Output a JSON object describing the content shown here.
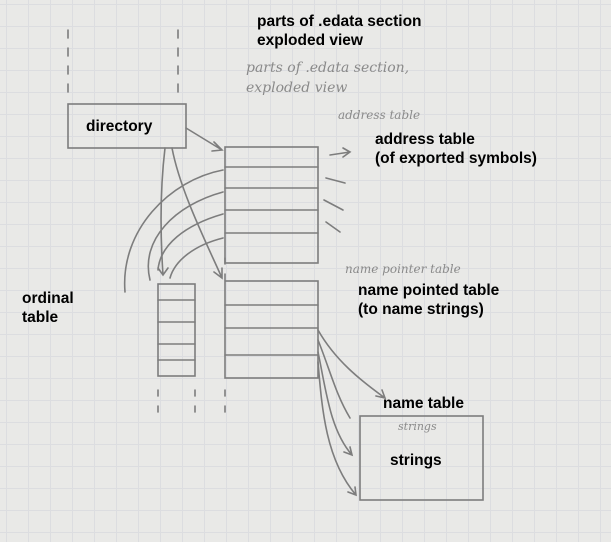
{
  "title": {
    "line1": "parts of .edata section",
    "line2": "exploded view"
  },
  "handwritten": {
    "title_line1": "parts of .edata section,",
    "title_line2": "exploded view",
    "address": "address table",
    "name_pointer": "name pointer table",
    "strings": "strings"
  },
  "labels": {
    "directory": "directory",
    "address_table_line1": "address table",
    "address_table_line2": "(of exported symbols)",
    "ordinal_table_line1": "ordinal",
    "ordinal_table_line2": "table",
    "name_pointer_line1": "name pointed table",
    "name_pointer_line2": "(to name strings)",
    "name_table": "name table",
    "strings": "strings"
  },
  "colors": {
    "pencil": "#7a7a7a",
    "paper": "#e9e9e7"
  }
}
